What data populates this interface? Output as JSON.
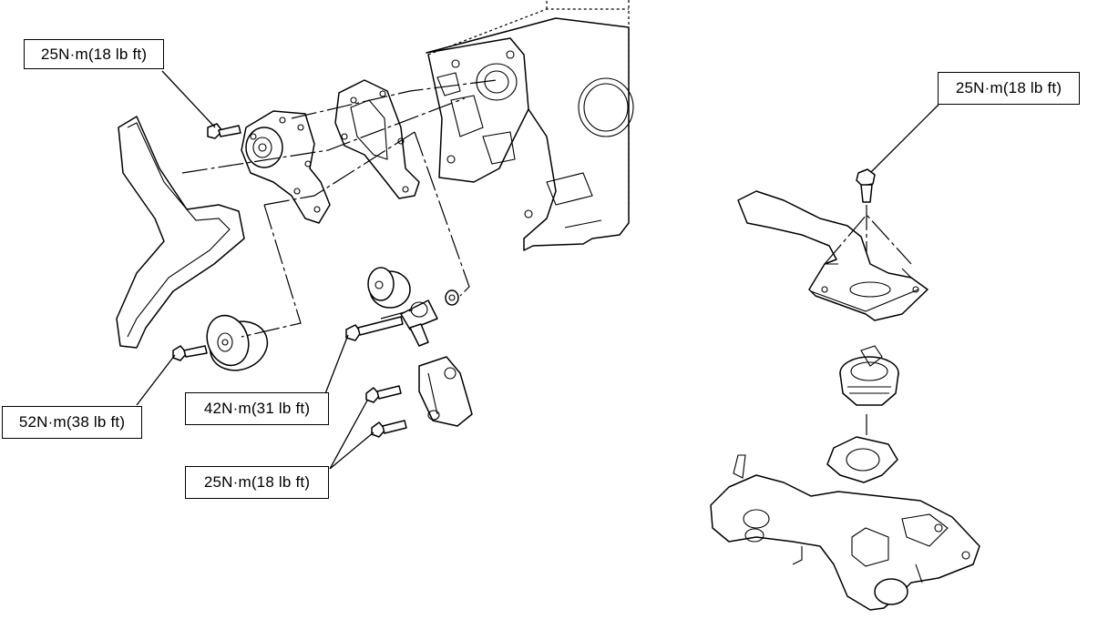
{
  "callouts": {
    "water_pump_bolt_torque": "25N·m(18 lb ft)",
    "idler_pulley_bolt_torque": "52N·m(38 lb ft)",
    "tensioner_pulley_bolt_torque": "42N·m(31 lb ft)",
    "tensioner_bolts_torque": "25N·m(18 lb ft)",
    "thermostat_housing_bolt_torque": "25N·m(18 lb ft)"
  },
  "colors": {
    "line": "#000000",
    "background": "#ffffff"
  }
}
